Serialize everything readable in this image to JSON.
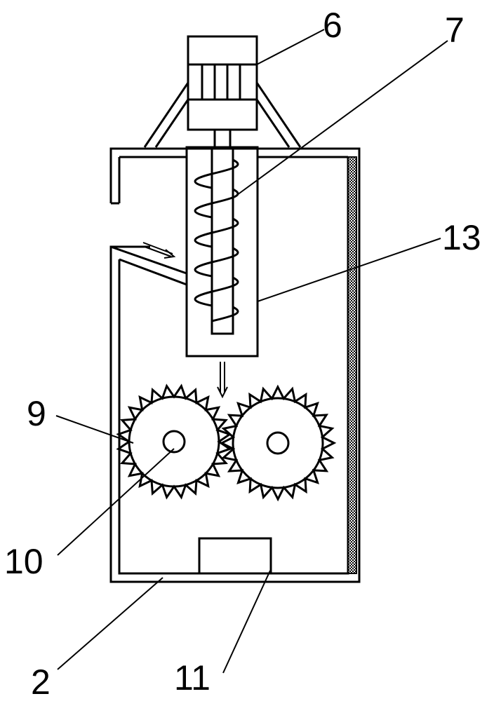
{
  "labels": {
    "l6": "6",
    "l7": "7",
    "l13": "13",
    "l9": "9",
    "l10": "10",
    "l2": "2",
    "l11": "11"
  }
}
